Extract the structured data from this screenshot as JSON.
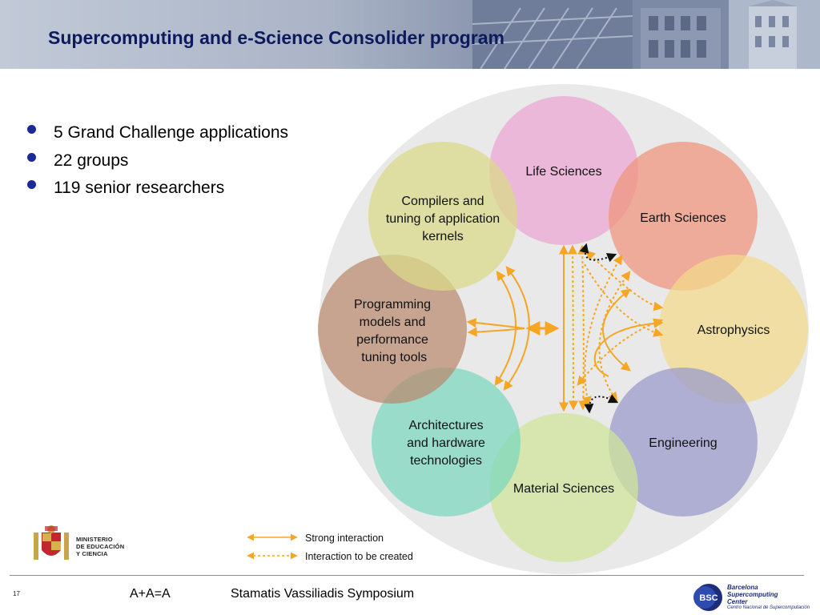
{
  "slide": {
    "title": "Supercomputing and e-Science Consolider program",
    "bullets": [
      "5 Grand Challenge applications",
      "22 groups",
      "119 senior researchers"
    ]
  },
  "diagram": {
    "circles": [
      {
        "id": "life",
        "lines": [
          "Life Sciences"
        ],
        "color": "#eca7d4"
      },
      {
        "id": "earth",
        "lines": [
          "Earth Sciences"
        ],
        "color": "#f0957e"
      },
      {
        "id": "astro",
        "lines": [
          "Astrophysics"
        ],
        "color": "#f2da8e"
      },
      {
        "id": "eng",
        "lines": [
          "Engineering"
        ],
        "color": "#9b9bcc"
      },
      {
        "id": "material",
        "lines": [
          "Material Sciences"
        ],
        "color": "#cfe49a"
      },
      {
        "id": "arch",
        "lines": [
          "Architectures",
          "and hardware",
          "technologies"
        ],
        "color": "#7ed7be"
      },
      {
        "id": "prog",
        "lines": [
          "Programming",
          "models and",
          "performance",
          " tuning tools"
        ],
        "color": "#b98c72"
      },
      {
        "id": "comp",
        "lines": [
          "Compilers and",
          "tuning of application",
          "kernels"
        ],
        "color": "#d9d98a"
      }
    ],
    "legend": {
      "strong": "Strong interaction",
      "to_be_created": "Interaction to be created"
    },
    "colors": {
      "arrow": "#f5a623",
      "background_disc": "#e9e9e9",
      "dotted_black": "#111111"
    }
  },
  "footer": {
    "page_number": "17",
    "left_text": "A+A=A",
    "center_text": "Stamatis Vassiliadis Symposium",
    "ministry_lines": [
      "MINISTERIO",
      "DE EDUCACIÓN",
      "Y CIENCIA"
    ],
    "bsc_badge": "BSC",
    "bsc_lines": [
      "Barcelona",
      "Supercomputing",
      "Center"
    ],
    "bsc_subtitle": "Centro Nacional de Supercomputación"
  }
}
